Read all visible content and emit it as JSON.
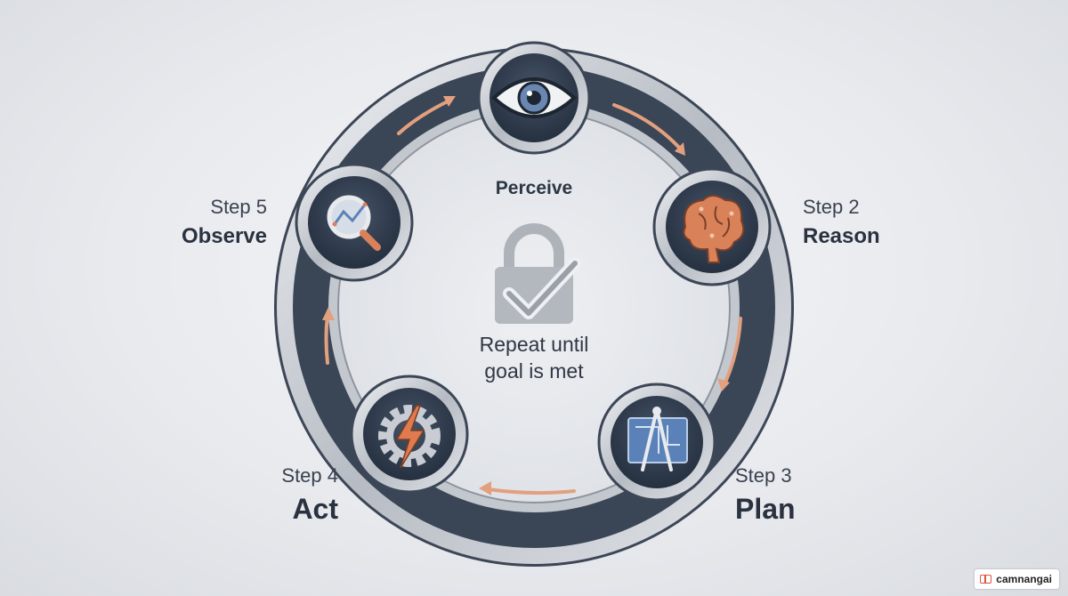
{
  "diagram": {
    "center": {
      "line1": "Repeat until",
      "line2": "goal is met",
      "icon": "lock-check-icon"
    },
    "steps": [
      {
        "step": "",
        "name": "Perceive",
        "icon": "eye-icon"
      },
      {
        "step": "Step 2",
        "name": "Reason",
        "icon": "brain-icon"
      },
      {
        "step": "Step 3",
        "name": "Plan",
        "icon": "blueprint-compass-icon"
      },
      {
        "step": "Step 4",
        "name": "Act",
        "icon": "gear-lightning-icon"
      },
      {
        "step": "Step 5",
        "name": "Observe",
        "icon": "magnifier-chart-icon"
      }
    ],
    "colors": {
      "ring_dark": "#3a4656",
      "ring_metal": "#c9cdd3",
      "arrow": "#e3a07e",
      "accent_orange": "#d9825a",
      "blueprint_blue": "#5b82b8",
      "node_dark": "#2f3a49"
    }
  },
  "watermark": {
    "text": "camnangai",
    "icon": "book-icon"
  }
}
